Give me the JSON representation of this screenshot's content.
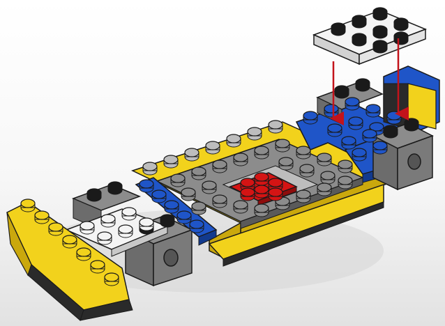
{
  "scene": {
    "description_visible_text": "",
    "background": {
      "top": "#ffffff",
      "bottom": "#dcdcdc"
    },
    "colors": {
      "yellow": "#f2d21c",
      "yellow_dark": "#caa80d",
      "blue": "#1f55c8",
      "blue_dark": "#123a8e",
      "gray": "#8c8c8c",
      "gray_dark": "#5a5a5a",
      "gray_light": "#bdbdbd",
      "black": "#1a1a1a",
      "white": "#f4f4f4",
      "red": "#d41414",
      "arrow": "#c3131b"
    },
    "parts": [
      {
        "name": "yellow-base-plate",
        "color": "yellow"
      },
      {
        "name": "gray-center-plate",
        "color": "gray"
      },
      {
        "name": "red-center-tile",
        "color": "red"
      },
      {
        "name": "blue-side-plate-left",
        "color": "blue"
      },
      {
        "name": "blue-side-plate-right",
        "color": "blue"
      },
      {
        "name": "black-technic-brick-front",
        "color": "black"
      },
      {
        "name": "black-technic-brick-rear",
        "color": "black"
      },
      {
        "name": "white-front-plate",
        "color": "white"
      },
      {
        "name": "yellow-nose-wedge",
        "color": "yellow"
      },
      {
        "name": "blue-rear-bumper",
        "color": "blue"
      },
      {
        "name": "white-2x4-plate-new",
        "color": "white"
      }
    ],
    "arrows": 2
  }
}
